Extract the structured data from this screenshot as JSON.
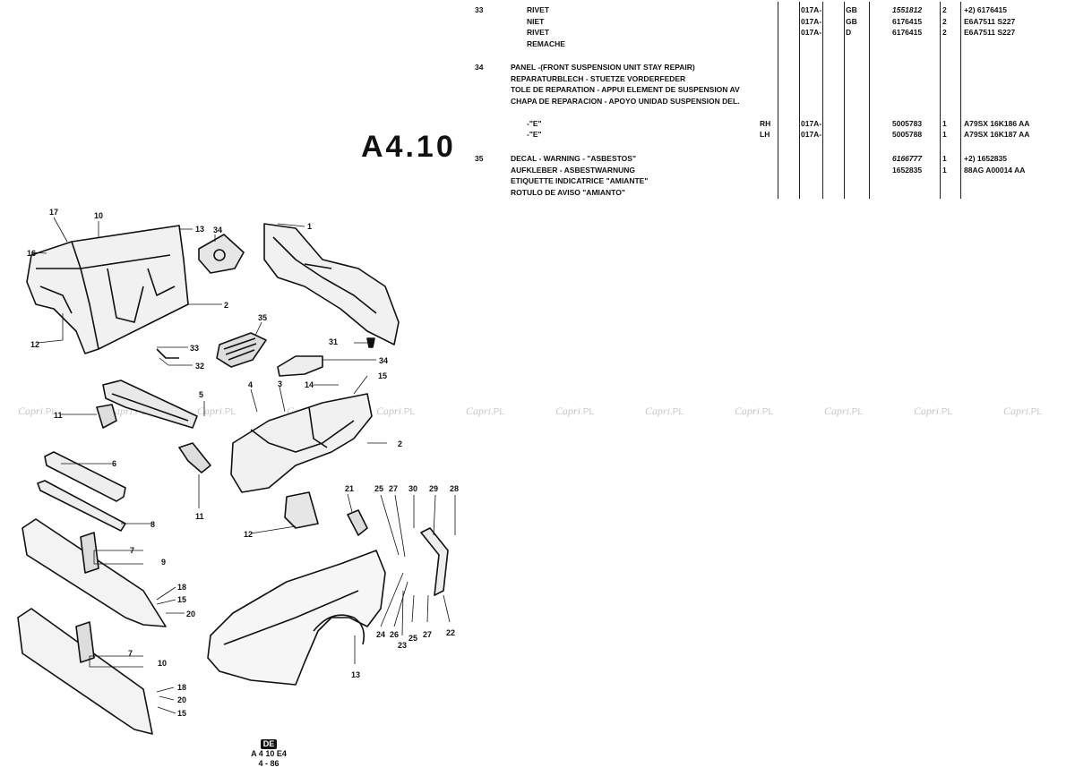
{
  "page_code": "A4.10",
  "watermark": [
    "Capri",
    ".PL"
  ],
  "parts": [
    {
      "ref": "33",
      "lines": [
        {
          "desc": "RIVET",
          "date": "017A-",
          "ctry": "GB",
          "part": "1551812",
          "part_italic": true,
          "qty": "2",
          "note": "+2) 6176415"
        },
        {
          "desc": "NIET",
          "date": "017A-",
          "ctry": "GB",
          "part": "6176415",
          "qty": "2",
          "note": "E6A7511 S227"
        },
        {
          "desc": "RIVET",
          "date": "017A-",
          "ctry": "D",
          "part": "6176415",
          "qty": "2",
          "note": "E6A7511 S227"
        },
        {
          "desc": "REMACHE"
        }
      ]
    },
    {
      "ref": "34",
      "lines": [
        {
          "desc": "PANEL -(FRONT SUSPENSION UNIT STAY REPAIR)",
          "flush": true
        },
        {
          "desc": "REPARATURBLECH - STUETZE VORDERFEDER",
          "flush": true
        },
        {
          "desc": "TOLE DE REPARATION - APPUI ELEMENT DE SUSPENSION AV",
          "flush": true
        },
        {
          "desc": "CHAPA DE REPARACION - APOYO UNIDAD SUSPENSION DEL.",
          "flush": true
        },
        {
          "desc": ""
        },
        {
          "desc": "-\"E\"",
          "side": "RH",
          "date": "017A-",
          "part": "5005783",
          "qty": "1",
          "note": "A79SX 16K186 AA"
        },
        {
          "desc": "-\"E\"",
          "side": "LH",
          "date": "017A-",
          "part": "5005788",
          "qty": "1",
          "note": "A79SX 16K187 AA"
        }
      ]
    },
    {
      "ref": "35",
      "lines": [
        {
          "desc": "DECAL - WARNING - \"ASBESTOS\"",
          "flush": true,
          "part": "6166777",
          "part_italic": true,
          "qty": "1",
          "note": "+2) 1652835"
        },
        {
          "desc": "AUFKLEBER - ASBESTWARNUNG",
          "flush": true,
          "part": "1652835",
          "qty": "1",
          "note": "88AG A00014 AA"
        },
        {
          "desc": "ETIQUETTE INDICATRICE \"AMIANTE\"",
          "flush": true
        },
        {
          "desc": "ROTULO DE AVISO \"AMIANTO\"",
          "flush": true
        }
      ]
    }
  ],
  "callouts": [
    "17",
    "10",
    "13",
    "34",
    "1",
    "16",
    "2",
    "12",
    "35",
    "31",
    "33",
    "32",
    "34",
    "14",
    "15",
    "4",
    "3",
    "11",
    "5",
    "2",
    "6",
    "11",
    "21",
    "25",
    "27",
    "30",
    "29",
    "28",
    "12",
    "8",
    "7",
    "9",
    "18",
    "15",
    "20",
    "7",
    "10",
    "18",
    "20",
    "15",
    "24",
    "26",
    "25",
    "27",
    "22",
    "23",
    "13"
  ],
  "footer": {
    "lang": "DE",
    "code": "A 4 10 E4",
    "date": "4 - 86"
  }
}
